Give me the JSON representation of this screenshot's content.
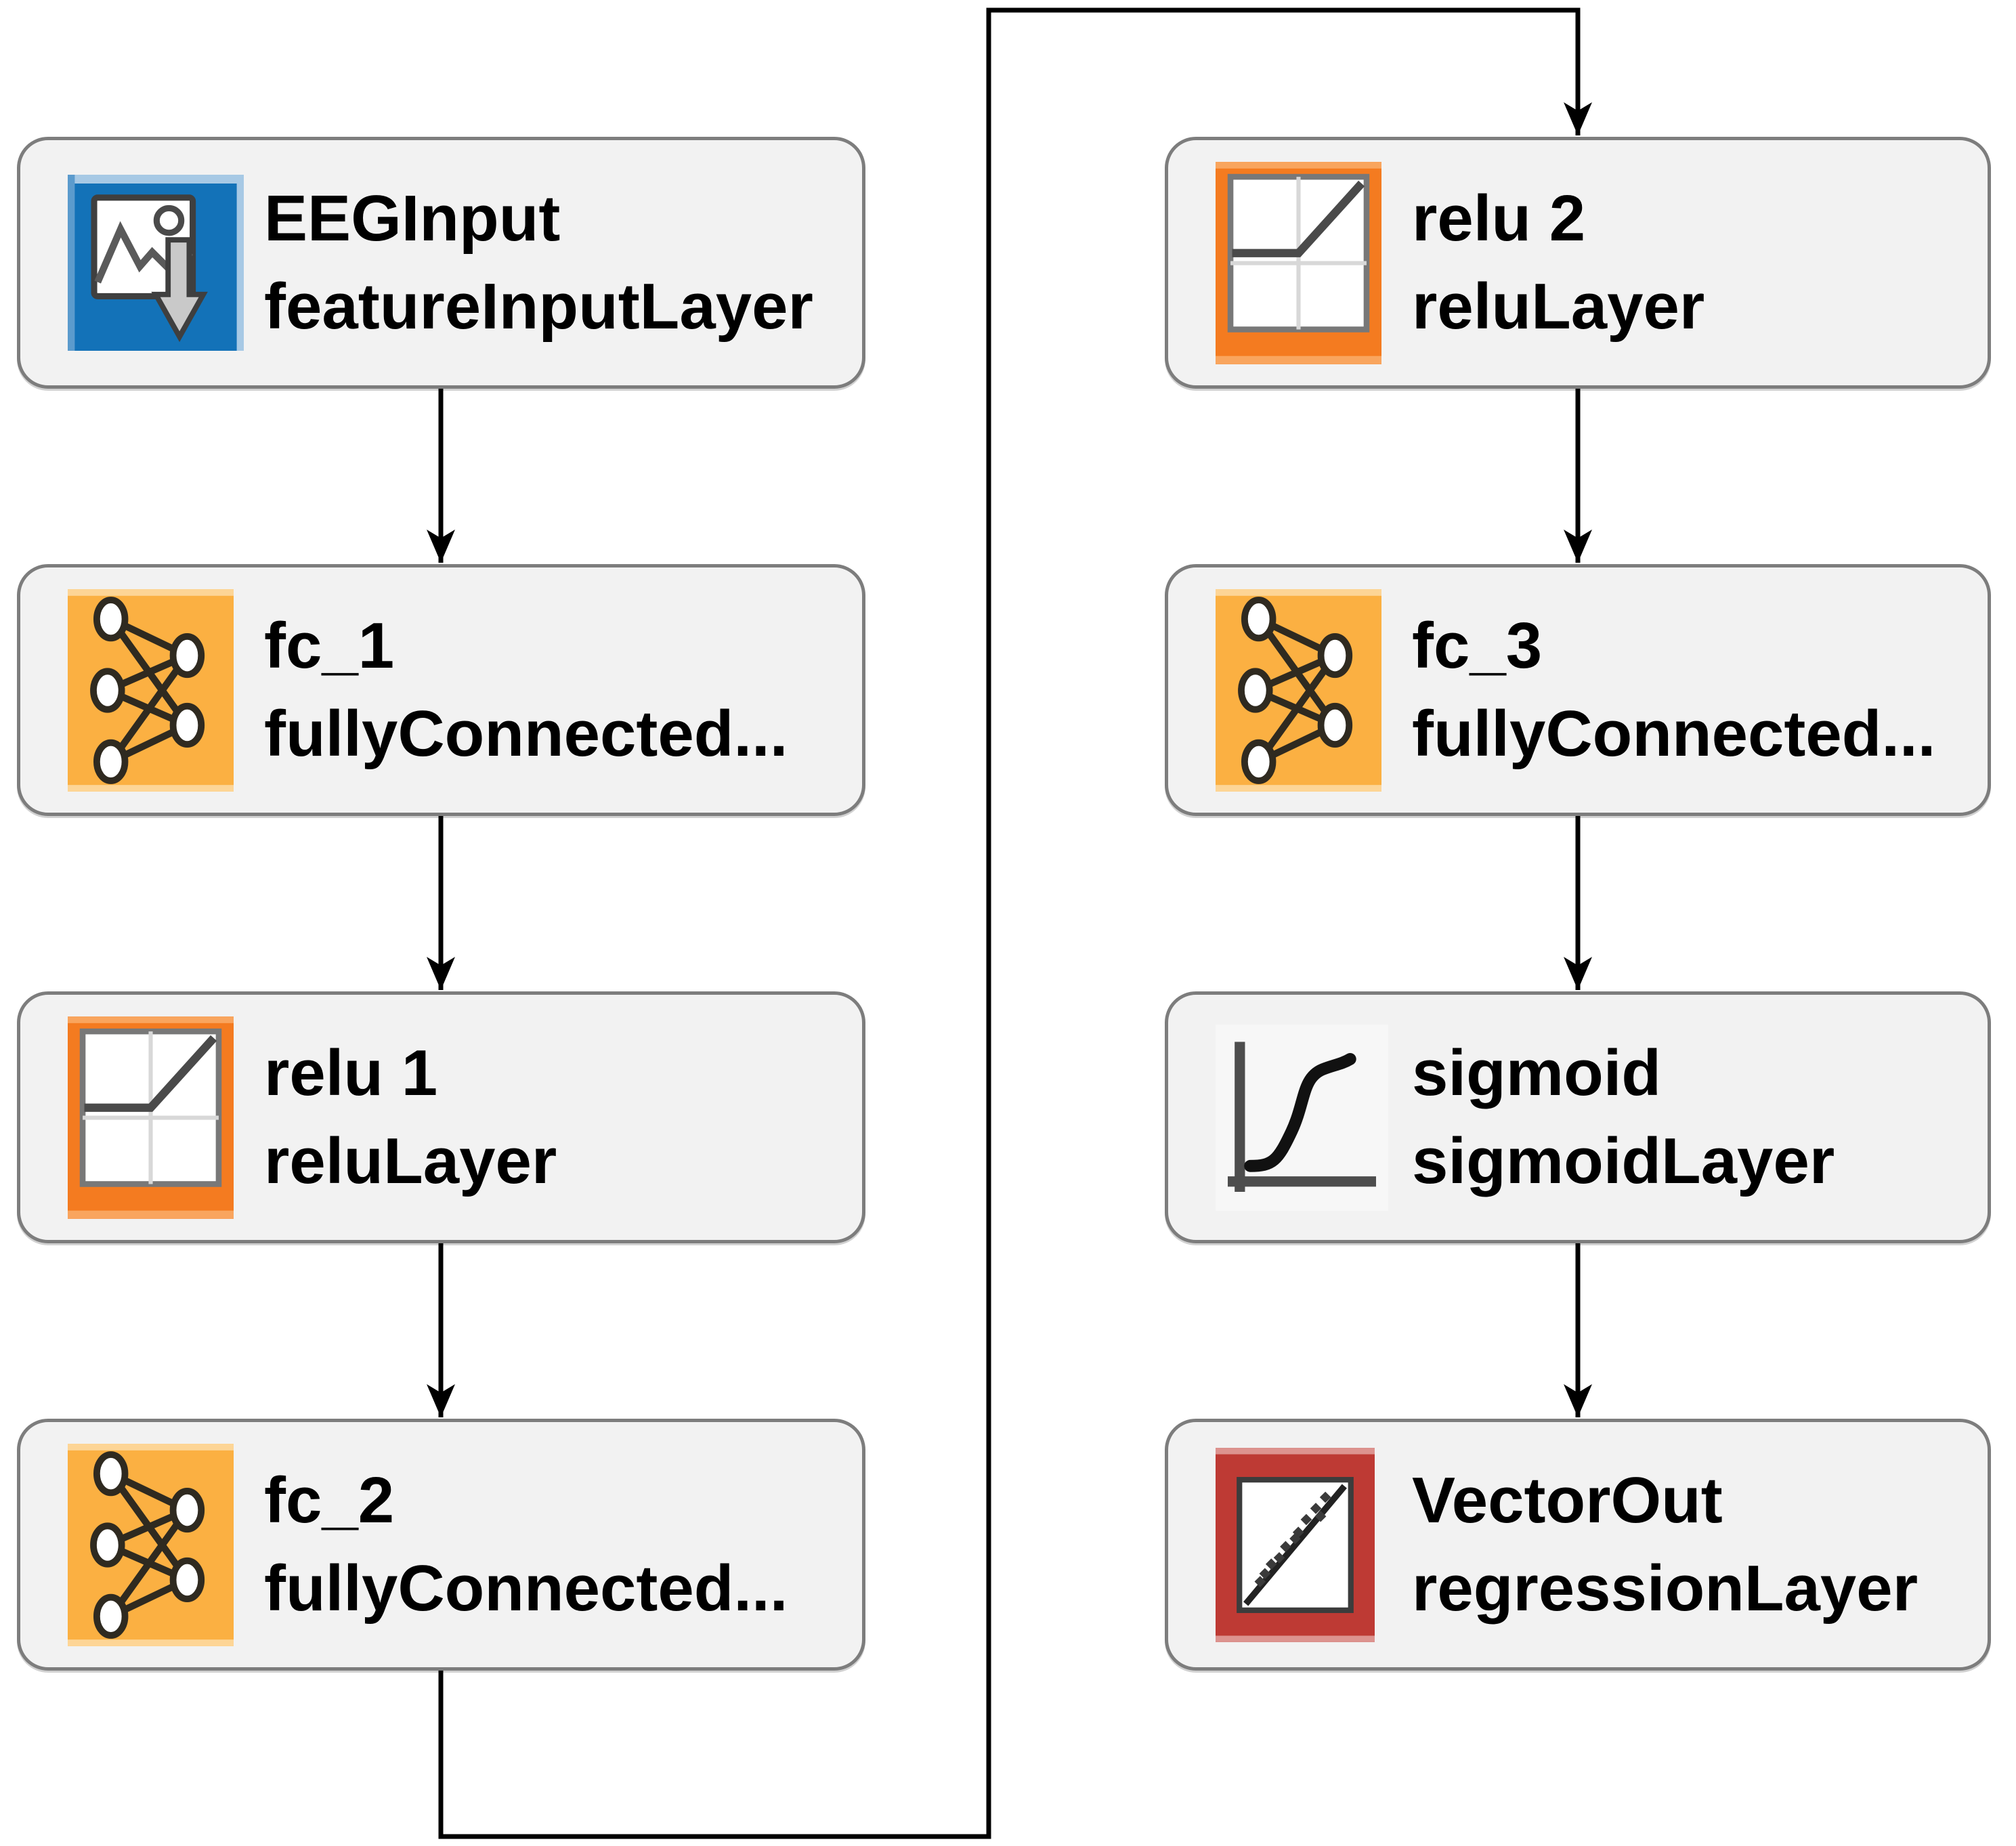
{
  "diagram": {
    "description": "Neural network layer graph",
    "node_box": {
      "fill": "#f2f2f2",
      "border_color": "#7d7d7d"
    },
    "connector_color": "#000000",
    "icon_colors": {
      "feature_input_blue": "#1372b8",
      "fully_connected_amber": "#fbb042",
      "relu_orange": "#f47b20",
      "sigmoid_gray": "#4d4d4d",
      "regression_red": "#be3a34"
    },
    "nodes": [
      {
        "name": "EEGInput",
        "type": "featureInputLayer",
        "icon": "feature-input-icon"
      },
      {
        "name": "fc_1",
        "type": "fullyConnected...",
        "icon": "fully-connected-icon"
      },
      {
        "name": "relu 1",
        "type": "reluLayer",
        "icon": "relu-icon"
      },
      {
        "name": "fc_2",
        "type": "fullyConnected...",
        "icon": "fully-connected-icon"
      },
      {
        "name": "relu 2",
        "type": "reluLayer",
        "icon": "relu-icon"
      },
      {
        "name": "fc_3",
        "type": "fullyConnected...",
        "icon": "fully-connected-icon"
      },
      {
        "name": "sigmoid",
        "type": "sigmoidLayer",
        "icon": "sigmoid-icon"
      },
      {
        "name": "VectorOut",
        "type": "regressionLayer",
        "icon": "regression-icon"
      }
    ],
    "connections": [
      {
        "from": "EEGInput",
        "to": "fc_1"
      },
      {
        "from": "fc_1",
        "to": "relu 1"
      },
      {
        "from": "relu 1",
        "to": "fc_2"
      },
      {
        "from": "fc_2",
        "to": "relu 2"
      },
      {
        "from": "relu 2",
        "to": "fc_3"
      },
      {
        "from": "fc_3",
        "to": "sigmoid"
      },
      {
        "from": "sigmoid",
        "to": "VectorOut"
      }
    ]
  }
}
